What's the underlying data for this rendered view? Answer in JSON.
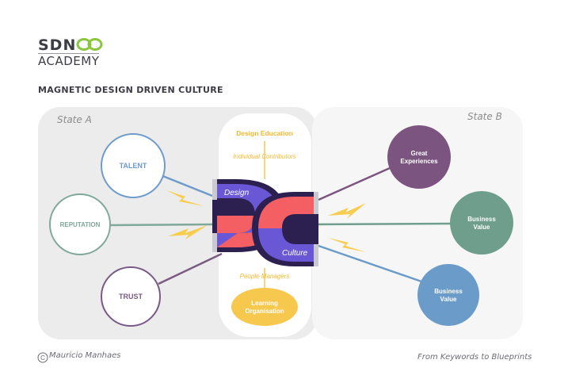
{
  "brand": {
    "name_sdn": "SDN",
    "name_academy": "ACADEMY",
    "accent_color": "#8cc63f"
  },
  "title": "MAGNETIC DESIGN DRIVEN CULTURE",
  "states": {
    "a": "State A",
    "b": "State B"
  },
  "left_nodes": {
    "talent": "TALENT",
    "reputation": "REPUTATION",
    "trust": "TRUST"
  },
  "center": {
    "design_education": "Design Education",
    "individual_contributors": "Individual Contributors",
    "people_managers": "People Managers",
    "learning_line1": "Learning",
    "learning_line2": "Organisation",
    "magnet_design": "Design",
    "magnet_culture": "Culture"
  },
  "right_nodes": {
    "great_line1": "Great",
    "great_line2": "Experiences",
    "value1_line1": "Business",
    "value1_line2": "Value",
    "value2_line1": "Business",
    "value2_line2": "Value"
  },
  "footer": {
    "copyright": "Mauricio Manhaes",
    "tagline": "From Keywords to Blueprints"
  },
  "colors": {
    "talent": "#6f9bcb",
    "reputation": "#7fa898",
    "trust": "#7a5a86",
    "great": "#7c5480",
    "value_green": "#6f9e8c",
    "value_blue": "#6b9bc9",
    "learning": "#f7c84e",
    "magnet_purple": "#6a57d6",
    "magnet_red": "#f45f64",
    "magnet_dark": "#2b2050",
    "bolt": "#f8cc4c"
  }
}
